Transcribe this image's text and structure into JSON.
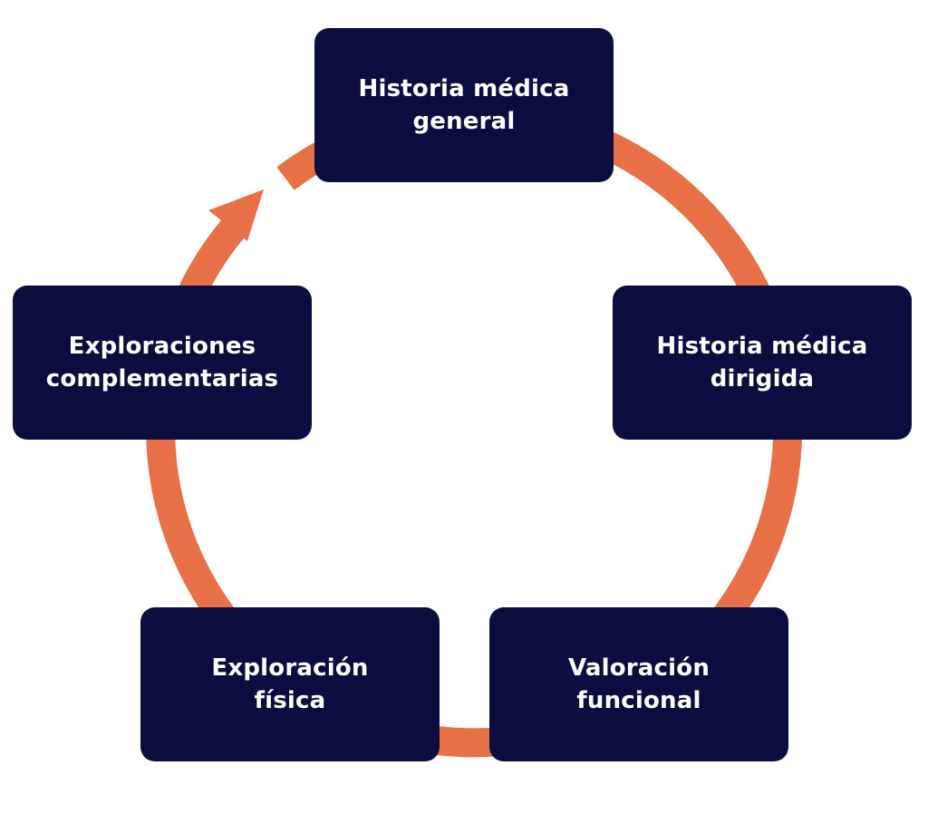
{
  "colors": {
    "box_fill": "#0b0c3f",
    "box_text": "#ffffff",
    "ring": "#e87046",
    "background": "#ffffff"
  },
  "cycle": {
    "direction": "clockwise",
    "steps": [
      {
        "line1": "Historia médica",
        "line2": "general"
      },
      {
        "line1": "Historia médica",
        "line2": "dirigida"
      },
      {
        "line1": "Valoración",
        "line2": "funcional"
      },
      {
        "line1": "Exploración",
        "line2": "física"
      },
      {
        "line1": "Exploraciones",
        "line2": "complementarias"
      }
    ]
  }
}
